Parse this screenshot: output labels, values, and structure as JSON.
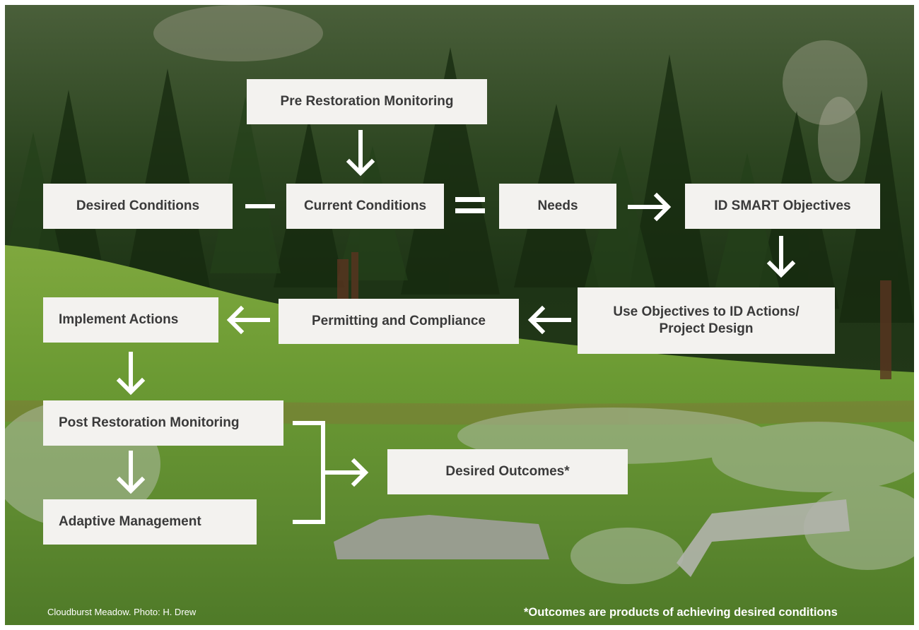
{
  "nodes": {
    "pre_monitoring": "Pre Restoration Monitoring",
    "desired_conditions": "Desired Conditions",
    "current_conditions": "Current Conditions",
    "needs": "Needs",
    "smart_objectives": "ID SMART Objectives",
    "use_objectives": "Use Objectives to ID Actions/\nProject Design",
    "permitting": "Permitting and Compliance",
    "implement": "Implement Actions",
    "post_monitoring": "Post Restoration Monitoring",
    "adaptive": "Adaptive Management",
    "outcomes": "Desired Outcomes*"
  },
  "operators": {
    "minus": "−",
    "equals": "="
  },
  "caption": "Cloudburst Meadow.  Photo: H. Drew",
  "footnote": "*Outcomes are products of achieving desired conditions",
  "colors": {
    "box_fill": "#f3f2ef",
    "box_text": "#3a3a3a",
    "arrow": "#ffffff",
    "sky_forest": "#2f4a22",
    "meadow": "#6f9a34"
  }
}
